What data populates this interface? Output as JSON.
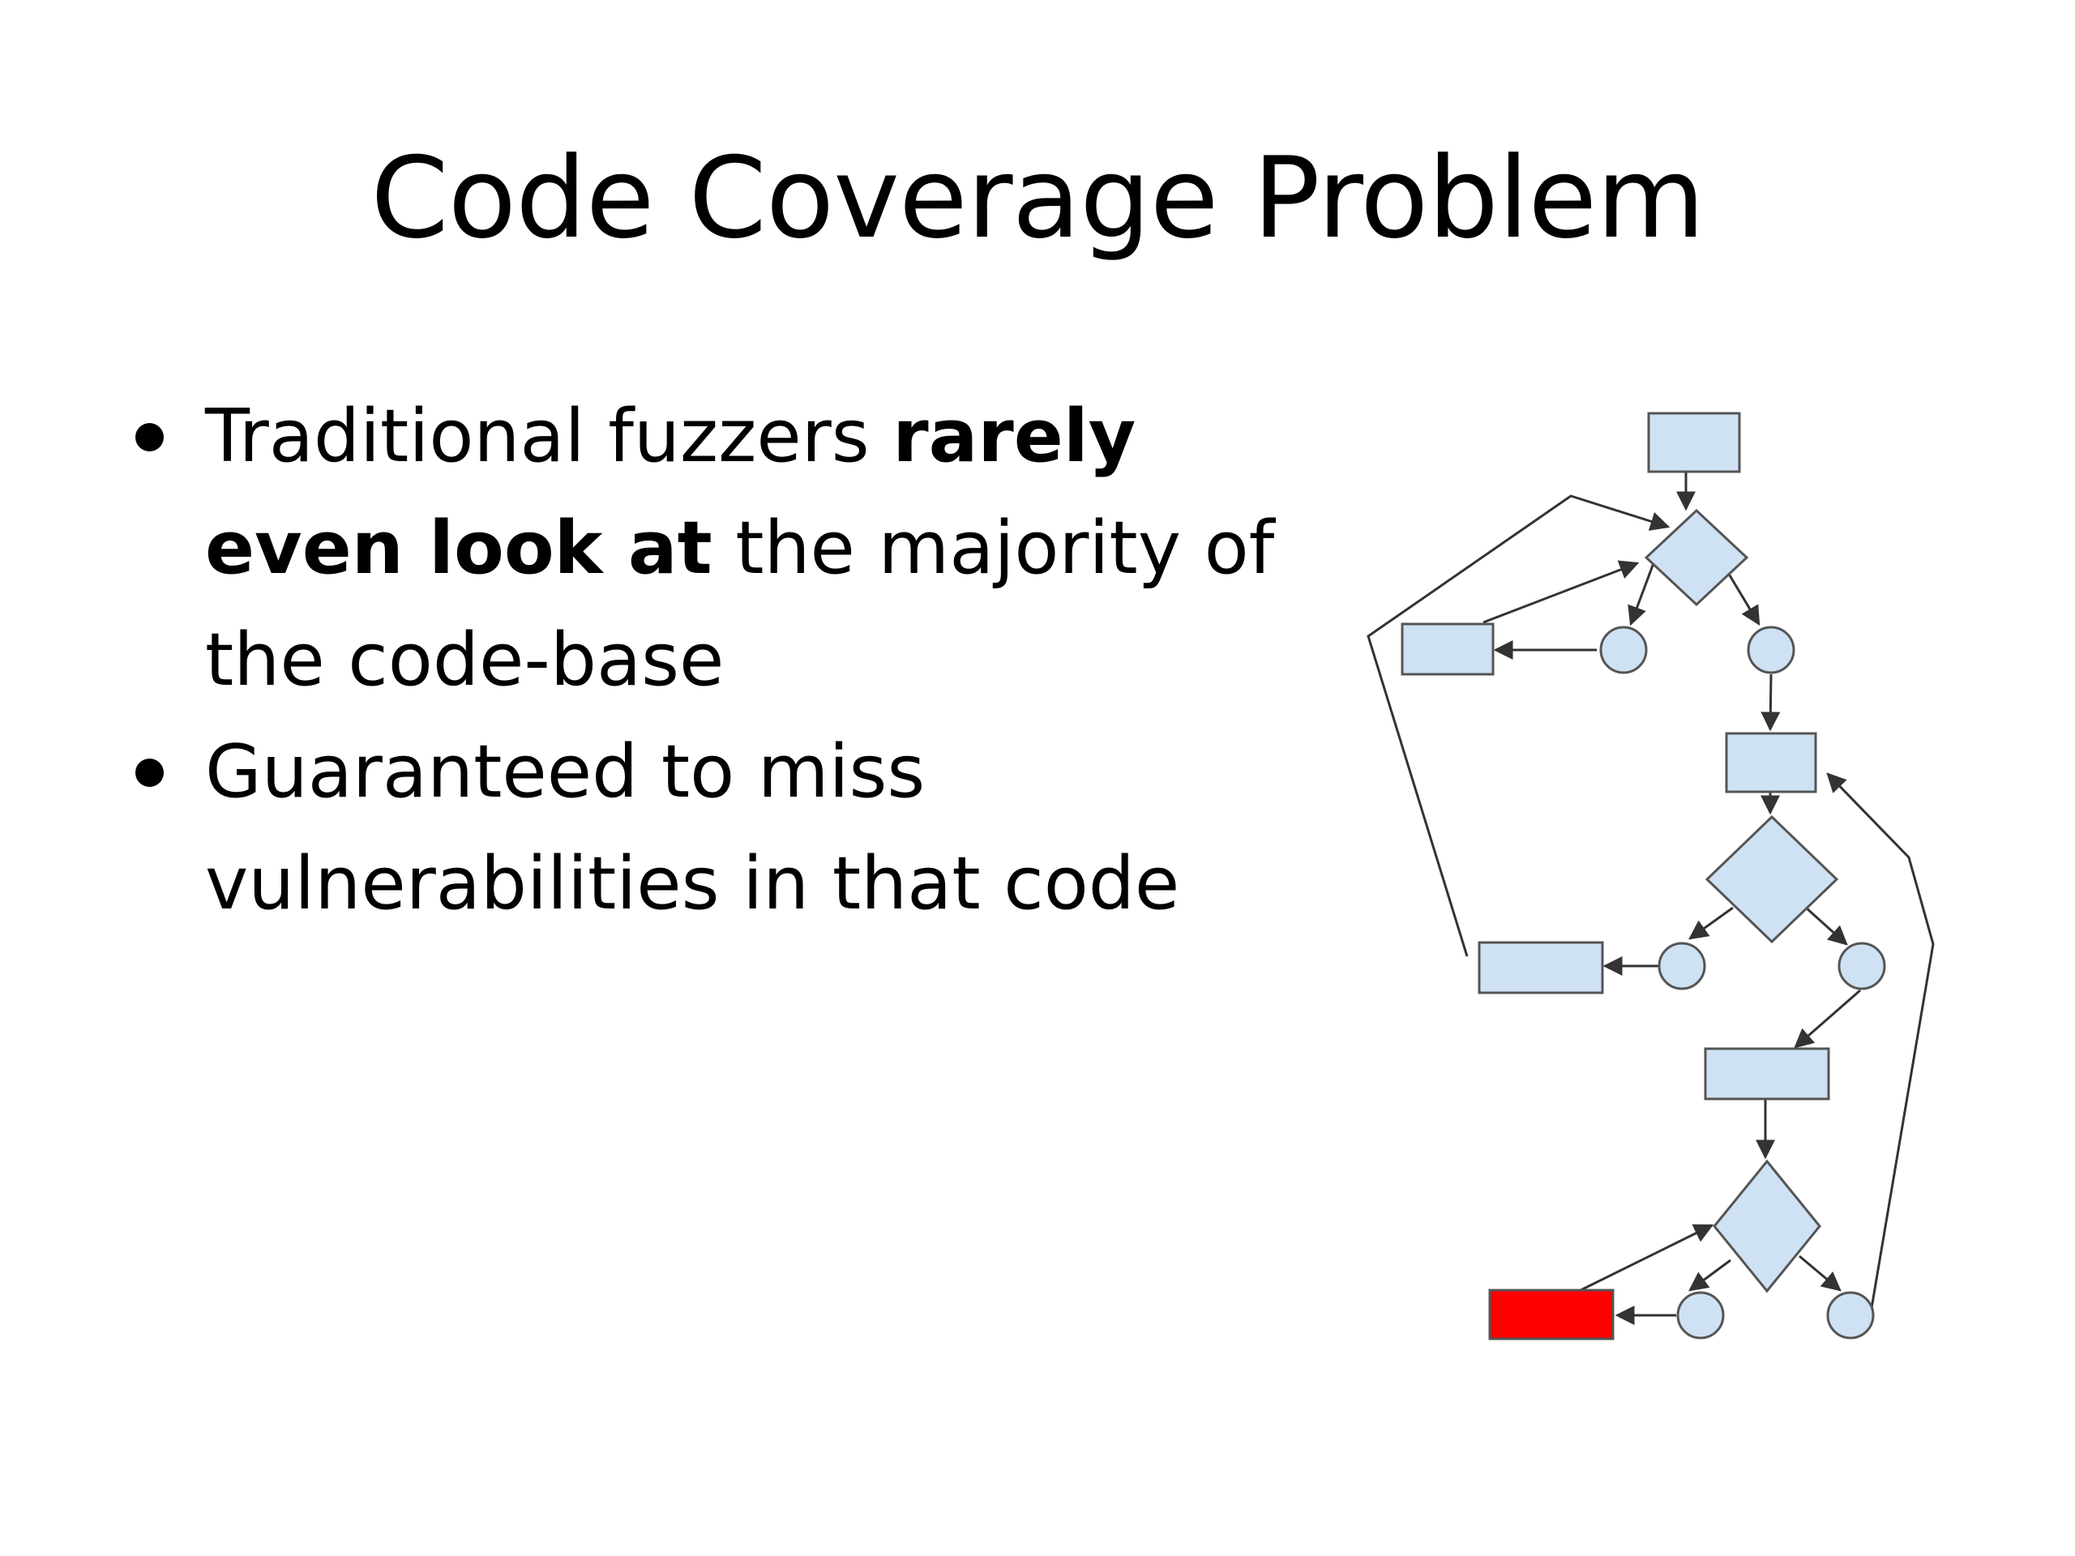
{
  "slide": {
    "title": "Code Coverage Problem",
    "bullets": [
      {
        "part1": "Traditional fuzzers ",
        "bold1": "rarely even look at",
        "part2": " the majority of the code-base"
      },
      {
        "text": "Guaranteed to miss vulnerabilities in that code"
      }
    ]
  },
  "colors": {
    "node_fill": "#cfe2f3",
    "node_stroke": "#555555",
    "highlight_fill": "#ff0000",
    "edge": "#333333"
  }
}
